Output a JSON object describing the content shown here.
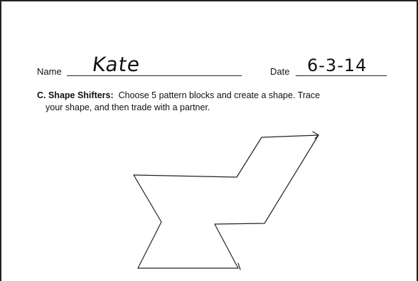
{
  "worksheet": {
    "name_label": "Name",
    "name_value": "Kate",
    "date_label": "Date",
    "date_value": "6-3-14",
    "section_title": "C. Shape Shifters:",
    "instruction_line1": "Choose 5 pattern blocks and create a shape.  Trace",
    "instruction_line2": "your shape, and then trade with a partner."
  }
}
